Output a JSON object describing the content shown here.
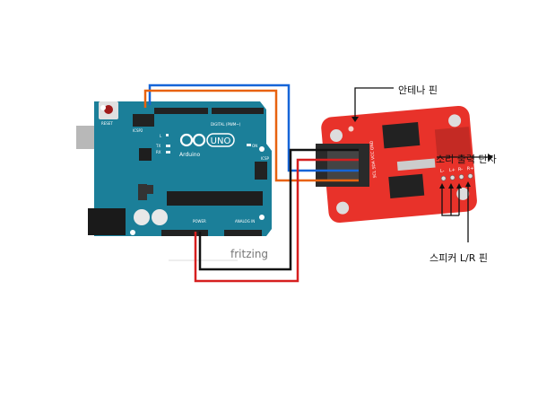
{
  "board": {
    "brand": "Arduino",
    "model": "UNO",
    "reset_label": "RESET",
    "icsp2_label": "ICSP2",
    "icsp_label": "ICSP",
    "digital_label": "DIGITAL (PWM~)",
    "power_label": "POWER",
    "analog_label": "ANALOG IN",
    "led_labels": [
      "L",
      "TX",
      "RX",
      "ON"
    ]
  },
  "watermark": "fritzing",
  "module": {
    "header_pins": "SCL SDA VCC GND",
    "speaker_pins": [
      "L-",
      "L+",
      "R-",
      "R+"
    ]
  },
  "annotations": {
    "antenna": "안테나 핀",
    "audio_out": "소리 출력 단자",
    "speaker": "스피커 L/R 핀"
  },
  "colors": {
    "board": "#1b7f99",
    "module": "#e8322a",
    "wire_blue": "#1565d8",
    "wire_orange": "#e8620f",
    "wire_black": "#111111",
    "wire_red": "#d61f1f"
  }
}
